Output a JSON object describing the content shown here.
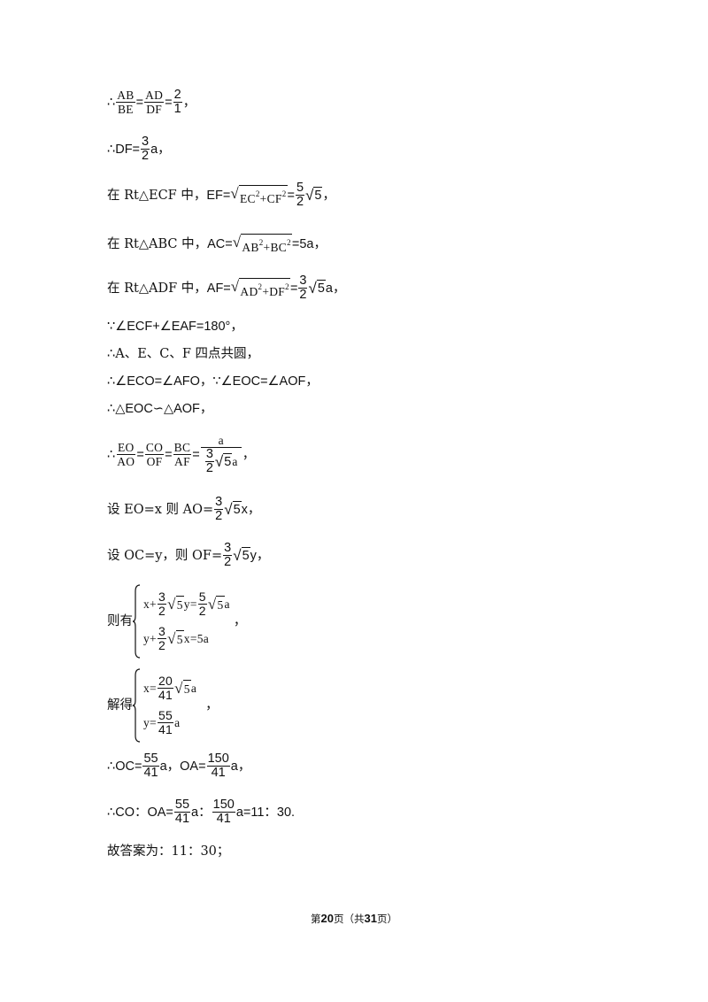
{
  "lines": [
    {
      "id": "l1",
      "prefix": "∴",
      "f1n": "AB",
      "f1d": "BE",
      "eq1": "=",
      "f2n": "AD",
      "f2d": "DF",
      "eq2": "=",
      "f3n": "2",
      "f3d": "1",
      "suffix": "，"
    },
    {
      "id": "l2",
      "prefix": "∴DF=",
      "fn": "3",
      "fd": "2",
      "suffix": "a，"
    },
    {
      "id": "l3",
      "cjk1": "在 Rt△ECF 中，",
      "lhs": "EF=",
      "r1": "EC",
      "r2": "+CF",
      "rest": "=",
      "fn": "5",
      "fd": "2",
      "r3": "5",
      "suffix": "，"
    },
    {
      "id": "l4",
      "cjk1": "在 Rt△ABC 中，",
      "lhs": "AC=",
      "r1": "AB",
      "r2": "+BC",
      "suffix": "=5a，"
    },
    {
      "id": "l5",
      "cjk1": "在 Rt△ADF 中，",
      "lhs": "AF=",
      "r1": "AD",
      "r2": "+DF",
      "rest": "=",
      "fn": "3",
      "fd": "2",
      "r3": "5",
      "suffix": "a，"
    },
    {
      "id": "l6",
      "text": "∵∠ECF+∠EAF=180°，"
    },
    {
      "id": "l7",
      "text": "∴A、E、C、F 四点共圆，"
    },
    {
      "id": "l8",
      "text": "∴∠ECO=∠AFO，∵∠EOC=∠AOF，"
    },
    {
      "id": "l9",
      "text": "∴△EOC∽△AOF，"
    },
    {
      "id": "l10",
      "prefix": "∴",
      "f1n": "EO",
      "f1d": "AO",
      "f2n": "CO",
      "f2d": "OF",
      "f3n": "BC",
      "f3d": "AF",
      "eq": "=",
      "bign": "a",
      "bigd_n": "3",
      "bigd_d": "2",
      "r3": "5",
      "bigd_tail": "a",
      "suffix": "，"
    },
    {
      "id": "l11",
      "pre": "设 EO=x 则 AO=",
      "fn": "3",
      "fd": "2",
      "r3": "5",
      "suffix": "x，"
    },
    {
      "id": "l12",
      "pre": "设 OC=y，则 OF=",
      "fn": "3",
      "fd": "2",
      "r3": "5",
      "suffix": "y，"
    }
  ],
  "system1": {
    "label": "则有",
    "row1": {
      "a": "x+",
      "fn": "3",
      "fd": "2",
      "r": "5",
      "b": "y=",
      "fn2": "5",
      "fd2": "2",
      "r2": "5",
      "c": "a"
    },
    "row2": {
      "a": "y+",
      "fn": "3",
      "fd": "2",
      "r": "5",
      "b": "x=5a"
    },
    "suffix": "，"
  },
  "system2": {
    "label": "解得",
    "row1": {
      "a": "x=",
      "fn": "20",
      "fd": "41",
      "r": "5",
      "c": "a"
    },
    "row2": {
      "a": "y=",
      "fn": "55",
      "fd": "41",
      "c": "a"
    },
    "suffix": "，"
  },
  "l13": {
    "pre": "∴OC=",
    "fn": "55",
    "fd": "41",
    "mid": "a，OA=",
    "fn2": "150",
    "fd2": "41",
    "suffix": "a，"
  },
  "l14": {
    "pre": "∴CO：OA=",
    "fn": "55",
    "fd": "41",
    "mid": "a：",
    "fn2": "150",
    "fd2": "41",
    "suffix": "a=11：30."
  },
  "l15": {
    "text": "故答案为：11：30；"
  },
  "footer": {
    "pre": "第",
    "page": "20",
    "mid": "页（共",
    "total": "31",
    "post": "页）"
  }
}
